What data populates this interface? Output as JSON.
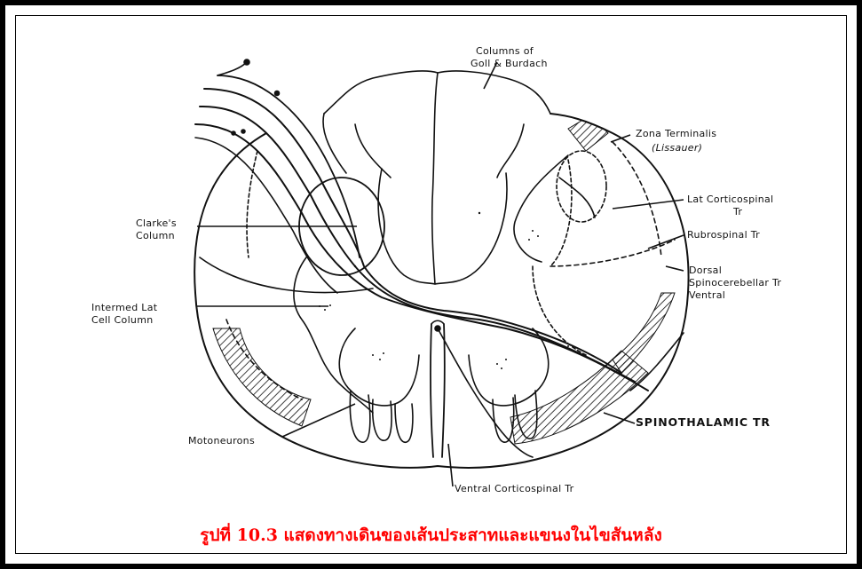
{
  "labels": {
    "columns_goll_burdach": [
      "Columns of",
      "Goll & Burdach"
    ],
    "zona_terminalis": "Zona Terminalis",
    "lissauer": "(Lissauer)",
    "lat_corticospinal": [
      "Lat Corticospinal",
      "Tr"
    ],
    "rubrospinal": "Rubrospinal Tr",
    "dorsal": "Dorsal",
    "spinocerebellar": "Spinocerebellar Tr",
    "ventral_right": "Ventral",
    "clarkes_column": [
      "Clarke's",
      "Column"
    ],
    "intermed_lat": [
      "Intermed Lat",
      "Cell Column"
    ],
    "motoneurons": "Motoneurons",
    "spinothalamic": "SPINOTHALAMIC TR",
    "ventral_corticospinal": "Ventral Corticospinal Tr"
  },
  "caption": "รูปที่ 10.3 แสดงทางเดินของเส้นประสาทและแขนงในไขสันหลัง",
  "colors": {
    "background": "#000000",
    "paper": "#ffffff",
    "ink": "#111111",
    "caption": "#ff0000"
  }
}
